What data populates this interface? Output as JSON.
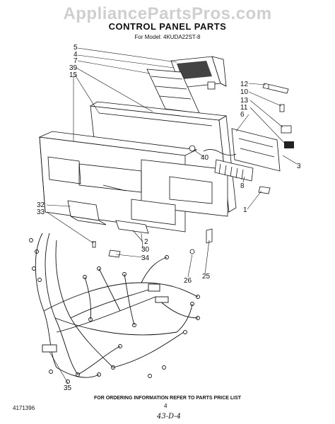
{
  "header": {
    "watermark": "AppliancePartsPros.com",
    "title": "CONTROL PANEL PARTS",
    "model": "For Model: 4KUDA22ST-8"
  },
  "callouts": [
    "5",
    "4",
    "7",
    "39",
    "15",
    "12",
    "10",
    "13",
    "11",
    "6",
    "40",
    "3",
    "8",
    "1",
    "32",
    "33",
    "2",
    "30",
    "34",
    "26",
    "25",
    "35"
  ],
  "footer": {
    "ordering": "FOR ORDERING INFORMATION REFER TO PARTS PRICE LIST",
    "doc_number": "4171396",
    "page": "4",
    "handwritten": "43-D-4"
  },
  "colors": {
    "ink": "#111111",
    "watermark": "#cfcfcf",
    "background": "#ffffff"
  }
}
